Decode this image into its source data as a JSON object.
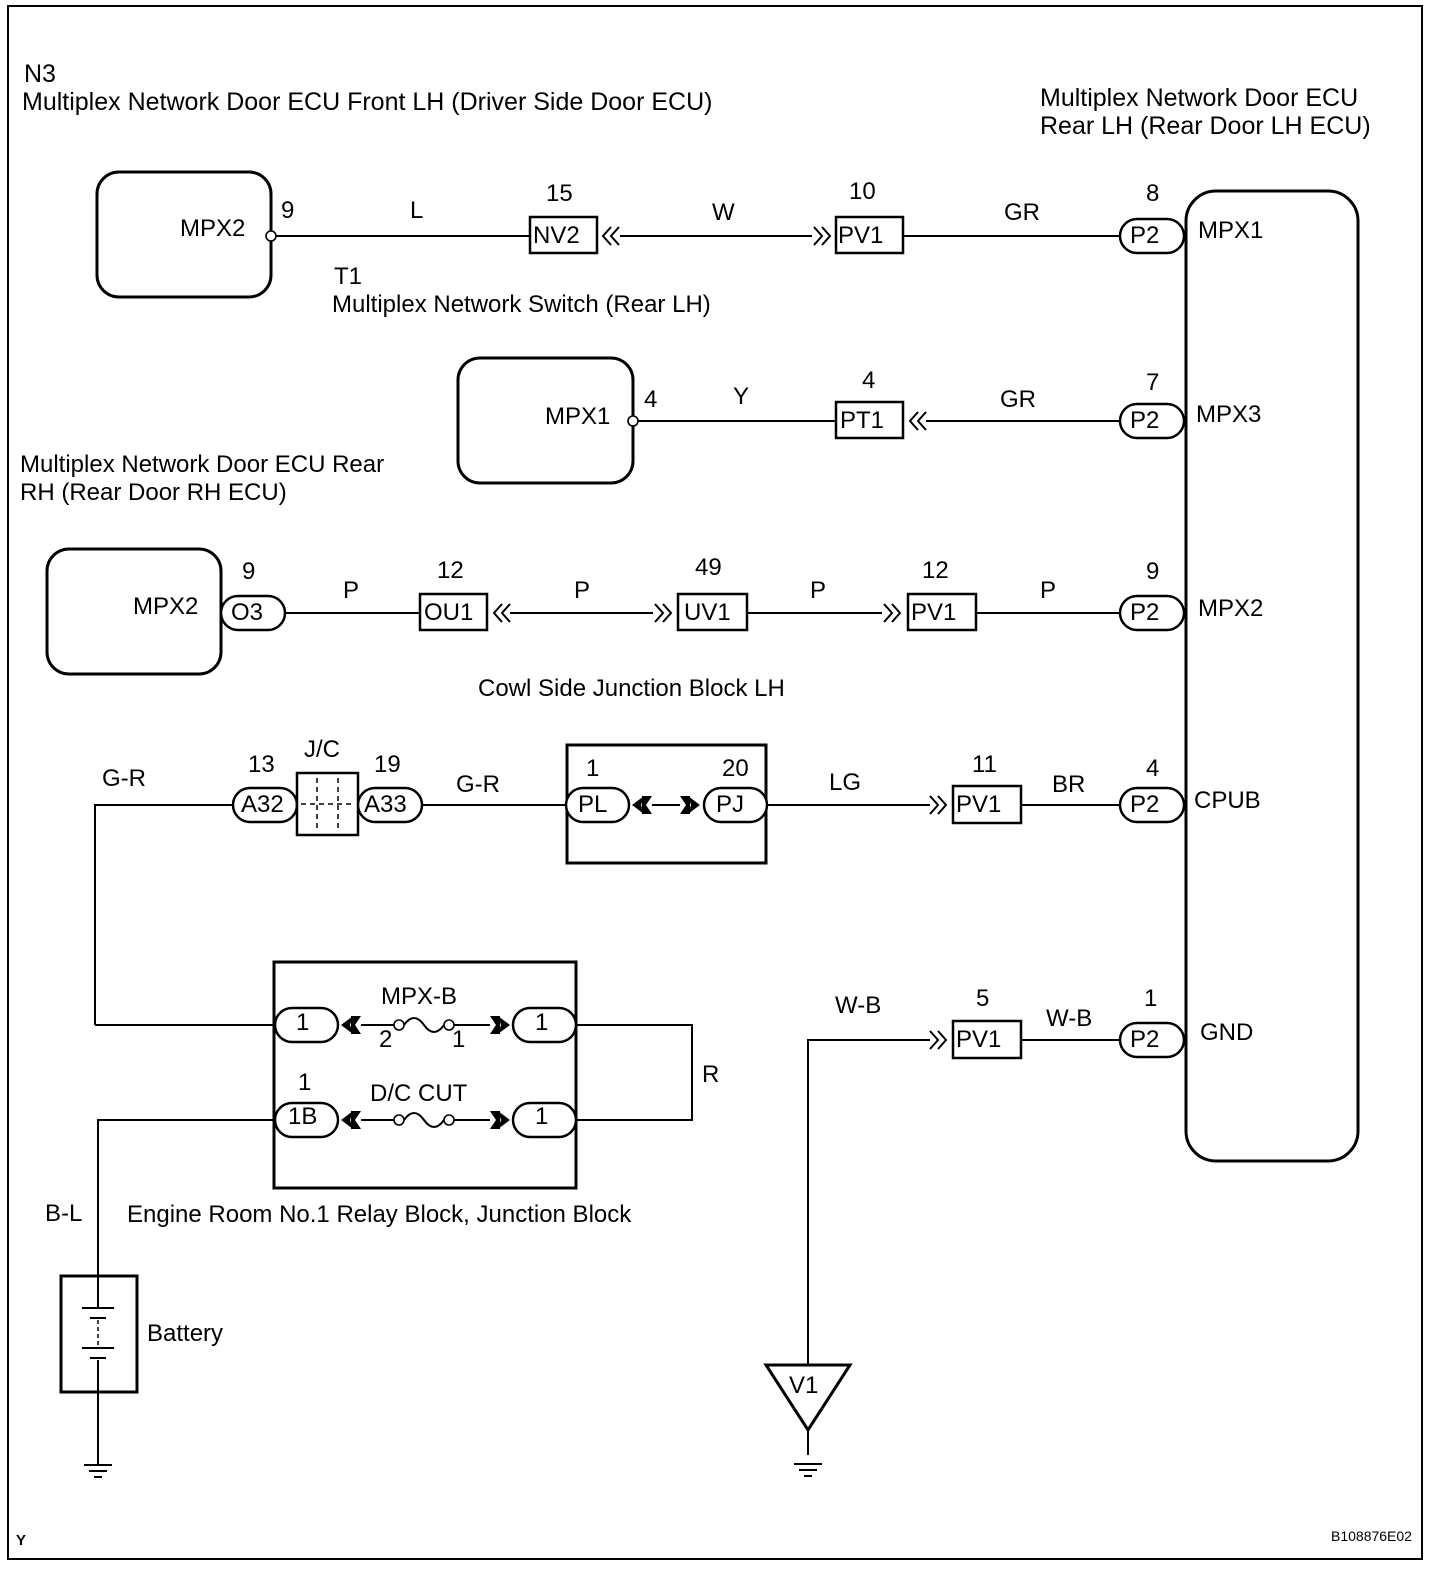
{
  "corner_letter": "Y",
  "diagram_id": "B108876E02",
  "components": {
    "driver_ecu": {
      "code": "N3",
      "name": "Multiplex Network Door ECU Front LH (Driver Side Door ECU)",
      "terminal": "MPX2"
    },
    "rear_lh_ecu": {
      "name_line1": "Multiplex Network Door ECU",
      "name_line2": "Rear LH (Rear Door LH ECU)",
      "terminals": [
        "MPX1",
        "MPX3",
        "MPX2",
        "CPUB",
        "GND"
      ]
    },
    "switch_rear_lh": {
      "code": "T1",
      "name": "Multiplex Network Switch (Rear LH)",
      "terminal": "MPX1"
    },
    "rear_rh_ecu": {
      "name_line1": "Multiplex Network Door ECU Rear",
      "name_line2": "RH (Rear Door RH ECU)",
      "terminal": "MPX2"
    },
    "cowl_jb": {
      "name": "Cowl Side Junction Block LH"
    },
    "engine_room_jb": {
      "name": "Engine Room No.1 Relay Block, Junction Block",
      "fuses": [
        "MPX-B",
        "D/C CUT"
      ]
    },
    "battery": {
      "name": "Battery"
    },
    "jc": {
      "name": "J/C"
    },
    "ground_point": {
      "name": "V1"
    }
  },
  "wire_colors": [
    "L",
    "W",
    "GR",
    "Y",
    "GR",
    "P",
    "P",
    "P",
    "P",
    "G-R",
    "G-R",
    "LG",
    "BR",
    "W-B",
    "W-B",
    "R",
    "B-L"
  ],
  "connectors": [
    "NV2",
    "PV1",
    "P2",
    "PT1",
    "P2",
    "O3",
    "OU1",
    "UV1",
    "PV1",
    "P2",
    "A32",
    "A33",
    "PL",
    "PJ",
    "PV1",
    "P2",
    "PV1",
    "P2",
    "1",
    "1",
    "1B",
    "1"
  ],
  "pins": [
    "9",
    "15",
    "10",
    "8",
    "4",
    "4",
    "7",
    "9",
    "12",
    "49",
    "12",
    "9",
    "13",
    "19",
    "1",
    "20",
    "11",
    "4",
    "5",
    "1",
    "1",
    "2",
    "1"
  ]
}
